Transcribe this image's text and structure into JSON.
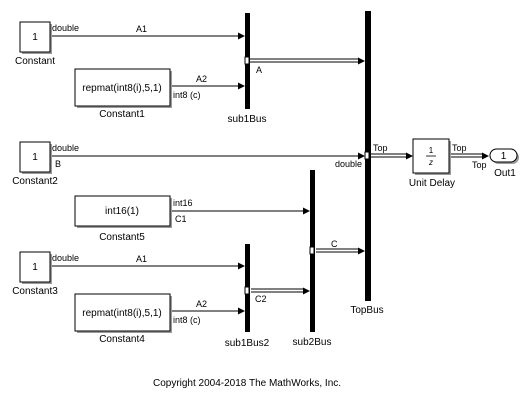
{
  "blocks": {
    "constant": {
      "value": "1",
      "name": "Constant",
      "out_type": "double",
      "signal": "A1"
    },
    "constant1": {
      "value": "repmat(int8(i),5,1)",
      "name": "Constant1",
      "out_type": "int8 (c)",
      "signal": "A2"
    },
    "constant2": {
      "value": "1",
      "name": "Constant2",
      "out_type": "double",
      "signal": "B"
    },
    "constant5": {
      "value": "int16(1)",
      "name": "Constant5",
      "out_type": "int16",
      "signal": "C1"
    },
    "constant3": {
      "value": "1",
      "name": "Constant3",
      "out_type": "double",
      "signal": "A1"
    },
    "constant4": {
      "value": "repmat(int8(i),5,1)",
      "name": "Constant4",
      "out_type": "int8 (c)",
      "signal": "A2"
    },
    "sub1bus": {
      "name": "sub1Bus",
      "out_signal": "A"
    },
    "sub1bus2": {
      "name": "sub1Bus2",
      "out_signal": "C2"
    },
    "sub2bus": {
      "name": "sub2Bus",
      "out_signal": "C"
    },
    "topbus": {
      "name": "TopBus",
      "out_signal": "Top",
      "b_type": "double"
    },
    "unit_delay": {
      "name": "Unit Delay",
      "num": "1",
      "den": "z",
      "out_signal": "Top",
      "out_type": "Top"
    },
    "out1": {
      "name": "Out1",
      "port": "1"
    }
  },
  "footer": {
    "copyright": "Copyright 2004-2018 The MathWorks, Inc."
  }
}
